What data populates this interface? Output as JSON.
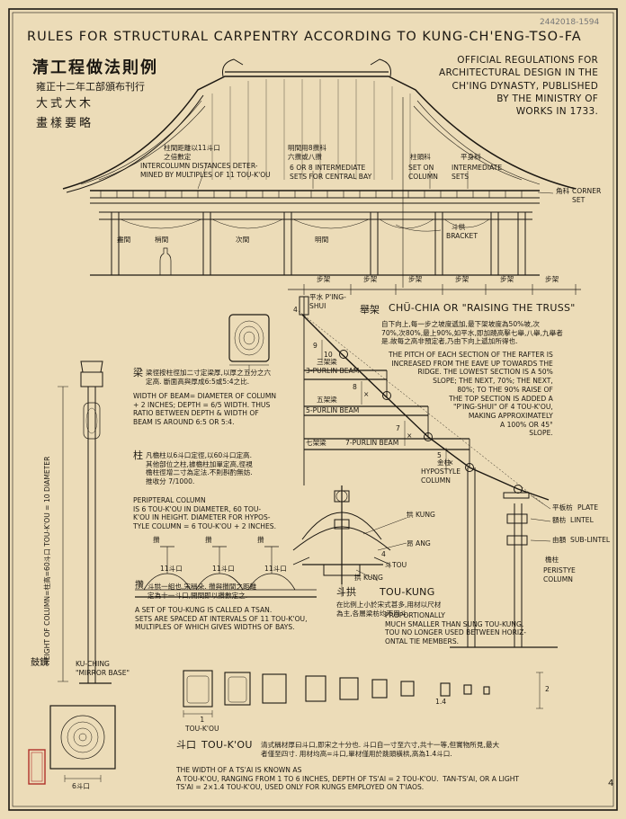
{
  "header": {
    "title": "RULES FOR STRUCTURAL CARPENTRY ACCORDING TO KUNG-CH'ENG-TSO-FA",
    "cn_title": "清工程做法則例",
    "cn_subtitle": "雍正十二年工部頒布刊行",
    "cn_line3": "大式大木",
    "cn_line4": "畫樣要略",
    "official": "OFFICIAL REGULATIONS FOR\nARCHITECTURAL DESIGN IN THE\nCH'ING DYNASTY, PUBLISHED\nBY THE MINISTRY OF\nWORKS IN 1733.",
    "stamp": "2442018-1594"
  },
  "elevation": {
    "intercol_cn": "柱間距離以11斗口\n之倍數定",
    "intercol_en": "INTERCOLUMN DISTANCES DETER-\nMINED BY MULTIPLES OF 11 TOU-K'OU",
    "central_cn": "明間用8攢科\n六攢或八攢",
    "central_en": "6 OR 8 INTERMEDIATE\nSETS FOR CENTRAL BAY",
    "column_set_cn": "柱頭科",
    "column_set_en": "SET ON\nCOLUMN",
    "inter_sets_cn": "平身科",
    "inter_sets_en": "INTERMEDIATE\nSETS",
    "corner_cn": "角科",
    "corner_en": "CORNER\nSET",
    "bay_labels": [
      "盡間",
      "梢間",
      "次間",
      "明間"
    ],
    "bracket_cn": "斗栱",
    "bracket_en": "BRACKET"
  },
  "truss": {
    "step_label": "步架",
    "step_labels": [
      "步架",
      "步架",
      "步架",
      "步架",
      "步架",
      "步架"
    ],
    "pingshui": "平水 P'ING-\nSHUI",
    "measure_4": "4",
    "title_cn": "舉架",
    "title_en": "CHÜ-CHIA OR \"RAISING THE TRUSS\"",
    "cn_text": "自下向上,每一步之坡度遞加,最下架坡度為50%坡,次\n70%,次80%,最上90%,如平水,即加蹺高擊七舉,八舉,九舉者\n是.故每之高非預定者,乃由下向上遞加所得也.",
    "en_text": "THE PITCH OF EACH SECTION OF THE RAFTER IS\nINCREASED FROM THE EAVE UP TOWARDS THE\nRIDGE. THE LOWEST SECTION IS A 50%\nSLOPE; THE NEXT, 70%; THE NEXT,\n80%; TO THE 90% RAISE OF\nTHE TOP SECTION IS ADDED A\n\"P'ING-SHUI\" OF 4 TOU-K'OU,\nMAKING APPROXIMATELY\nA 100% OR 45°\nSLOPE.",
    "beam3_cn": "三架梁",
    "beam3_en": "3-PURLIN BEAM",
    "beam5_cn": "五架梁",
    "beam5_en": "5-PURLIN BEAM",
    "beam7_cn": "七架梁",
    "beam7_en": "7-PURLIN BEAM",
    "slopes": [
      "9",
      "8",
      "7",
      "5"
    ],
    "units": [
      "10",
      "×",
      "×",
      "×"
    ]
  },
  "beam": {
    "cn_head": "梁",
    "cn_text": "梁徑按柱徑加二寸定梁厚,以厚之五分之六\n定高. 斷面高與厚成6:5或5:4之比.",
    "en_text": "WIDTH OF BEAM= DIAMETER OF COLUMN\n+ 2 INCHES; DEPTH = 6/5 WIDTH. THUS\nRATIO BETWEEN DEPTH & WIDTH OF\nBEAM IS AROUND 6:5 OR 5:4."
  },
  "column": {
    "cn_head": "柱",
    "cn_text": "凡檐柱以6斗口定徑,以60斗口定高.\n其他部位之柱,據檐柱加單定高,徑視\n檐柱徑增二寸為定法.不則斟酌無妨.\n推收分 7/1000.",
    "en_text": "PERIPTERAL COLUMN\nIS 6 TOU-K'OU IN DIAMETER, 60 TOU-\nK'OU IN HEIGHT. DIAMETER FOR HYPOS-\nTYLE COLUMN = 6 TOU-K'OU + 2 INCHES.",
    "height_label": "HEIGHT OF COLUMN=柱高=60斗口 TOU-K'OU = 10 DIAMETER",
    "hypostyle_cn": "金柱",
    "hypostyle_en": "HYPOSTYLE\nCOLUMN",
    "peristyle_cn": "檐柱",
    "peristyle_en": "PERISTYE\nCOLUMN",
    "drum_cn": "鼓鏡",
    "mirror_en": "KU-CHING\n\"MIRROR BASE\"",
    "base_dim": "6斗口"
  },
  "tsan": {
    "cn_head": "攢",
    "cn_text": "斗拱一組也,宋稱朵. 攢與攢間之距離\n定為十一斗口,開間即以攢數定之.",
    "en_text": "A SET OF TOU-KUNG IS CALLED A TSAN.\nSETS ARE SPACED AT INTERVALS OF 11 TOU-K'OU,\nMULTIPLES OF WHICH GIVES WIDTHS OF BAYS.",
    "labels": [
      "攢",
      "攢",
      "攢"
    ],
    "spacing": [
      "11斗口",
      "11斗口",
      "11斗口"
    ]
  },
  "toukung": {
    "title_cn": "斗拱",
    "title_en": "TOU-KUNG",
    "cn_text": "在比例上小於宋式甚多,用材以尺材\n為主,各層梁枋均不用斗.",
    "en_text": "PROPORTIONALLY\nMUCH SMALLER THAN SUNG TOU-KUNG.\nTOU NO LONGER USED BETWEEN HORIZ-\nONTAL TIE MEMBERS.",
    "kung_cn": "拱",
    "kung_en": "KUNG",
    "ang_cn": "昂",
    "ang_en": "ANG",
    "kung2_cn": "拱",
    "kung2_en": "KUNG",
    "tou_cn": "斗",
    "tou_en": "TOU",
    "measure": "4"
  },
  "plates": {
    "plate_cn": "平板枋",
    "plate_en": "PLATE",
    "lintel_cn": "額枋",
    "lintel_en": "LINTEL",
    "sublintel_cn": "由額",
    "sublintel_en": "SUB-LINTEL"
  },
  "toukou": {
    "title_cn": "斗口",
    "title_en": "TOU-K'OU",
    "cn_text": "清式稱材厚曰斗口,即宋之十分也. 斗口自一寸至六寸,共十一等,但實物所見,最大\n者僅至四寸. 用材均高=斗口,單材僅用於跳頭橫栱,高為1.4斗口.",
    "en_text": "THE WIDTH OF A TS'AI IS KNOWN AS\nA TOU-K'OU, RANGING FROM 1 TO 6 INCHES, DEPTH OF TS'AI = 2 TOU-K'OU.  TAN-TS'AI, OR A LIGHT\nTS'AI = 2×1.4 TOU-K'OU, USED ONLY FOR KUNGS EMPLOYED ON T'IAOS.",
    "dim_label": "1\nTOU-K'OU",
    "dim_2": "2",
    "dim_14": "1.4"
  },
  "page_number": "4",
  "colors": {
    "paper": "#ecdcb8",
    "ink": "#1c1812",
    "stamp": "#b0302a"
  }
}
